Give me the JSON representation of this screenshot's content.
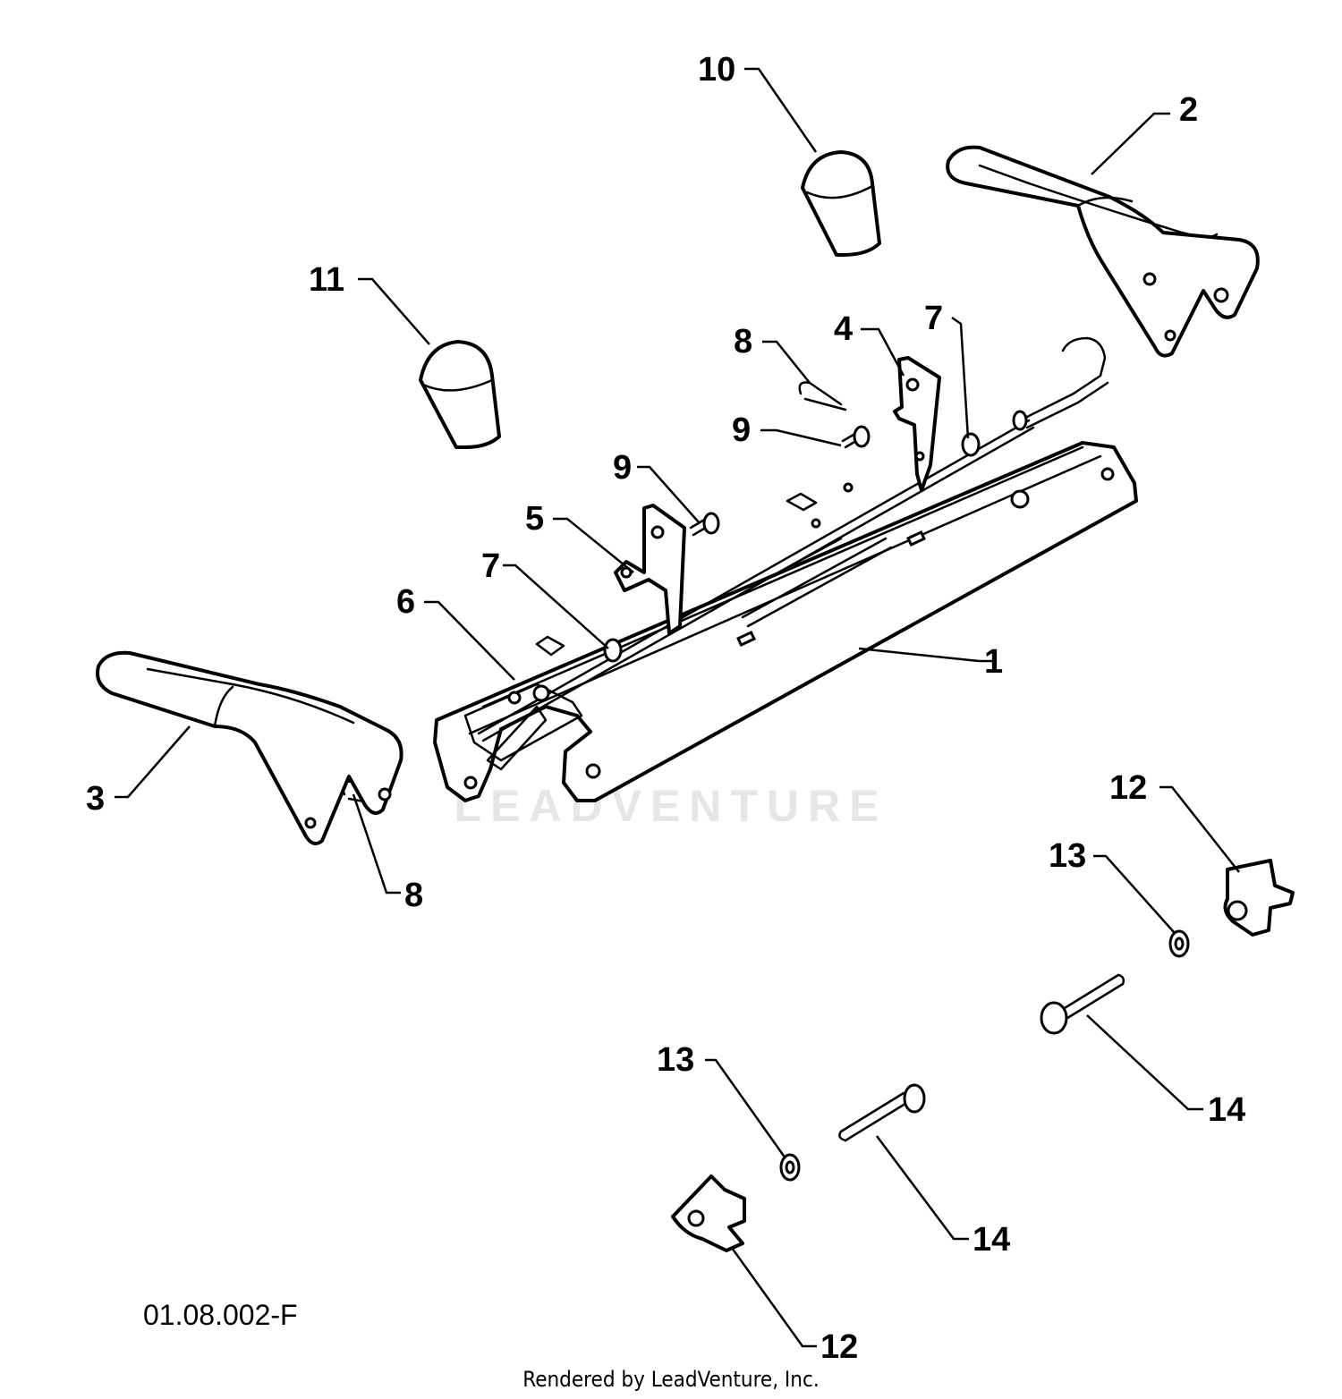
{
  "diagram": {
    "drawing_number": "01.08.002-F",
    "render_credit": "Rendered by LeadVenture, Inc.",
    "watermark": "LEADVENTURE",
    "callouts": [
      "1",
      "2",
      "3",
      "4",
      "5",
      "6",
      "7",
      "7",
      "8",
      "8",
      "9",
      "9",
      "10",
      "11",
      "12",
      "12",
      "13",
      "13",
      "14",
      "14"
    ]
  }
}
